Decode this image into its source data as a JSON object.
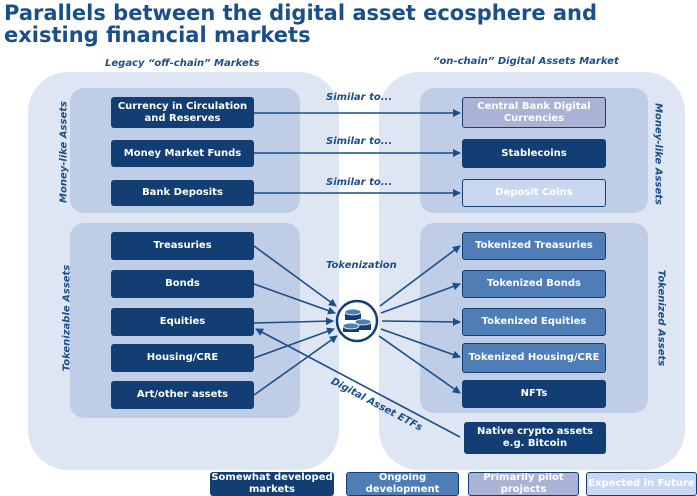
{
  "title": "Parallels between the digital asset ecosphere and existing financial markets",
  "left_header": "Legacy “off-chain” Markets",
  "right_header": "“on-chain” Digital Assets Market",
  "left_groups": {
    "money_like": "Money-like Assets",
    "tokenizable": "Tokenizable Assets"
  },
  "right_groups": {
    "money_like": "Money-like Assets",
    "tokenized": "Tokenized Assets"
  },
  "left_money_items": [
    "Currency in Circulation and Reserves",
    "Money Market Funds",
    "Bank Deposits"
  ],
  "right_money_items": [
    "Central Bank Digital Currencies",
    "Stablecoins",
    "Deposit Coins"
  ],
  "left_token_items": [
    "Treasuries",
    "Bonds",
    "Equities",
    "Housing/CRE",
    "Art/other assets"
  ],
  "right_token_items": [
    "Tokenized Treasuries",
    "Tokenized Bonds",
    "Tokenized Equities",
    "Tokenized Housing/CRE",
    "NFTs"
  ],
  "native_crypto": "Native crypto assets e.g. Bitcoin",
  "similar_labels": [
    "Similar to...",
    "Similar to...",
    "Similar to..."
  ],
  "tokenization_label": "Tokenization",
  "etf_label": "Digital Asset ETFs",
  "hub_icon": "coin-stack-icon",
  "legend": [
    "Somewhat developed markets",
    "Ongoing development",
    "Primarily pilot projects",
    "Expected in Future"
  ],
  "colors": {
    "dark": "#123e73",
    "mid": "#4f7db6",
    "pilot": "#aab3d6",
    "future": "#c9d8f0",
    "panel": "#dfe6f3",
    "group": "#bfcde6",
    "title": "#1a4f8a"
  }
}
